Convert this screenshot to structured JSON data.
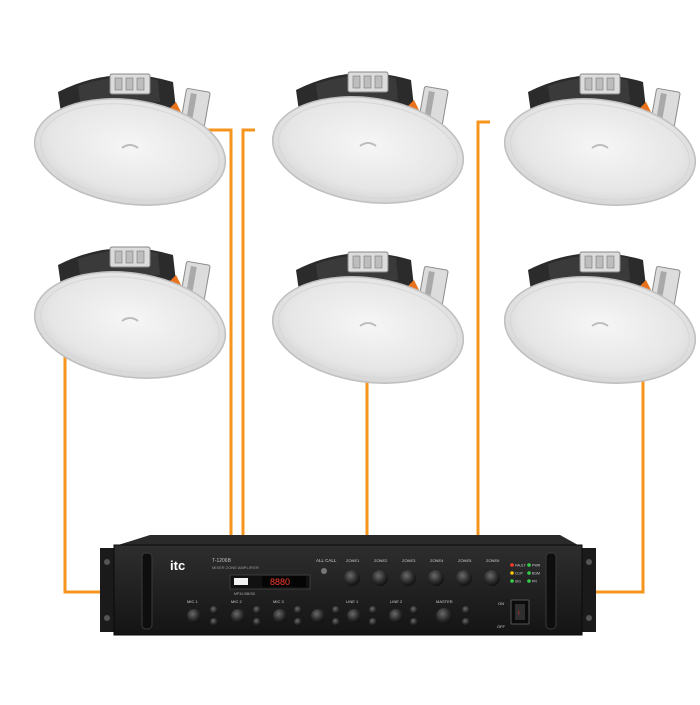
{
  "colors": {
    "cable": "#f7941d",
    "speaker_grille": "#e9e9e9",
    "amp_body": "#1b1b1b",
    "amp_panel": "#2a2a2a",
    "display_red": "#ff3b2f",
    "brand": "#ffffff"
  },
  "speakers": [
    {
      "id": "spk-1",
      "name": "ceiling-speaker"
    },
    {
      "id": "spk-2",
      "name": "ceiling-speaker"
    },
    {
      "id": "spk-3",
      "name": "ceiling-speaker"
    },
    {
      "id": "spk-4",
      "name": "ceiling-speaker"
    },
    {
      "id": "spk-5",
      "name": "ceiling-speaker"
    },
    {
      "id": "spk-6",
      "name": "ceiling-speaker"
    }
  ],
  "amplifier": {
    "brand": "itc",
    "model": "T-1206B",
    "subtitle": "MIXER ZONE AMPLIFIER",
    "display": "8880",
    "usb_label": "MP3/USB/SD",
    "all_call": "ALL CALL",
    "zones": [
      "ZONE1",
      "ZONE2",
      "ZONE3",
      "ZONE4",
      "ZONE5",
      "ZONE6"
    ],
    "mic_labels": [
      "MIC 1",
      "MIC 2",
      "MIC 3",
      "LINE 1",
      "LINE 2",
      "MASTER"
    ],
    "indicators": [
      "FAULT",
      "CLIP",
      "SIG",
      "PWR",
      "BGM",
      "PR"
    ],
    "power_on": "ON",
    "power_off": "OFF"
  }
}
